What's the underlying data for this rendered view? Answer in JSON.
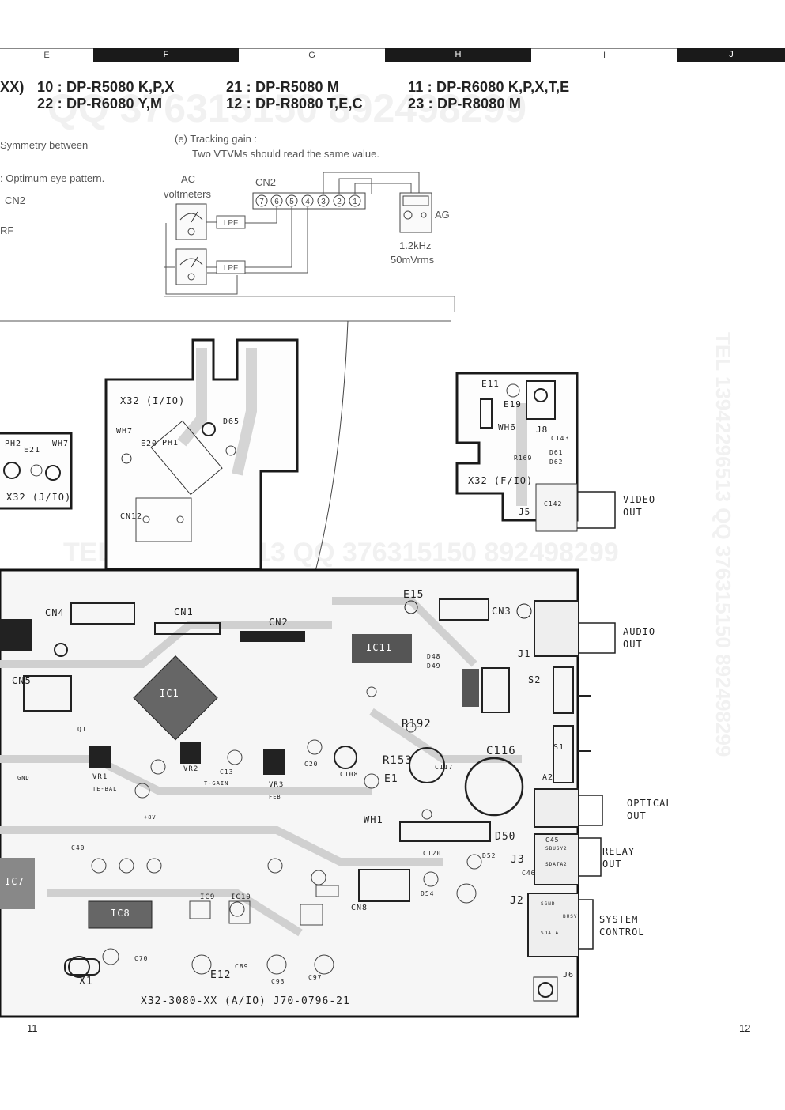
{
  "column_bands": [
    {
      "letter": "E",
      "dark": false
    },
    {
      "letter": "F",
      "dark": true
    },
    {
      "letter": "G",
      "dark": false
    },
    {
      "letter": "H",
      "dark": true
    },
    {
      "letter": "I",
      "dark": false
    },
    {
      "letter": "J",
      "dark": true
    }
  ],
  "header": {
    "partial_code": "XX)",
    "models": [
      "10 : DP-R5080 K,P,X",
      "22 : DP-R6080 Y,M",
      "21 : DP-R5080 M",
      "12 : DP-R8080 T,E,C",
      "11 : DP-R6080 K,P,X,T,E",
      "23 : DP-R8080 M"
    ]
  },
  "notes": {
    "symmetry": "Symmetry between",
    "eye_pattern": ": Optimum eye pattern.",
    "cn2_left": "CN2",
    "rf": "RF",
    "tracking_title": "(e) Tracking gain :",
    "tracking_body": "Two VTVMs should read the same value."
  },
  "tracking_diagram": {
    "ac_label_1": "AC",
    "ac_label_2": "voltmeters",
    "cn2_label": "CN2",
    "pins": [
      "7",
      "6",
      "5",
      "4",
      "3",
      "2",
      "1"
    ],
    "lpf": "LPF",
    "ag_label": "AG",
    "freq": "1.2kHz",
    "level": "50mVrms"
  },
  "boards": {
    "x32_i10": "X32 (I/IO)",
    "x32_j10": "X32 (J/IO)",
    "x32_f10": "X32 (F/IO)",
    "wh7": "WH7",
    "e20": "E20",
    "ph1": "PH1",
    "d65": "D65",
    "cn12": "CN12",
    "e21": "E21",
    "ph2": "PH2",
    "wh7b": "WH7",
    "e11": "E11",
    "e19": "E19",
    "wh6": "WH6",
    "j8": "J8",
    "j5": "J5",
    "c143": "C143",
    "d61": "D61",
    "d62": "D62",
    "r169": "R169",
    "c142": "C142"
  },
  "main_board": {
    "refs": [
      "CN4",
      "CN1",
      "CN2",
      "E15",
      "CN3",
      "IC11",
      "J1",
      "S2",
      "CN5",
      "IC1",
      "R192",
      "C116",
      "R153",
      "S1",
      "E1",
      "WH1",
      "D50",
      "J3",
      "IC7",
      "IC8",
      "IC9",
      "IC10",
      "CN8",
      "J2",
      "X1",
      "E12",
      "J6",
      "VR1",
      "VR2",
      "VR3",
      "A2",
      "C117",
      "D48",
      "D49",
      "Q1",
      "C108",
      "C120",
      "D52",
      "C13",
      "C20",
      "C40",
      "C45",
      "C46",
      "C70",
      "C89",
      "C93",
      "C97",
      "D54"
    ],
    "small_labels": [
      "T-GAIN",
      "FEB",
      "TE-BAL",
      "GND",
      "+8V",
      "SBUSY2",
      "SDATA2",
      "SGND",
      "BUSY",
      "SDATA"
    ],
    "part_number": "X32-3080-XX (A/IO)  J70-0796-21"
  },
  "connectors": {
    "video_out_1": "VIDEO",
    "video_out_2": "OUT",
    "audio_out_1": "AUDIO",
    "audio_out_2": "OUT",
    "optical_out_1": "OPTICAL",
    "optical_out_2": "OUT",
    "relay_out_1": "RELAY",
    "relay_out_2": "OUT",
    "system_control_1": "SYSTEM",
    "system_control_2": "CONTROL"
  },
  "page_numbers": {
    "left": "11",
    "right": "12"
  },
  "watermarks": [
    "QQ 376315150 892498299",
    "TEL 13942296513 QQ 376315150 892498299",
    "TEL 13942296513 QQ 376315150 892498299"
  ]
}
